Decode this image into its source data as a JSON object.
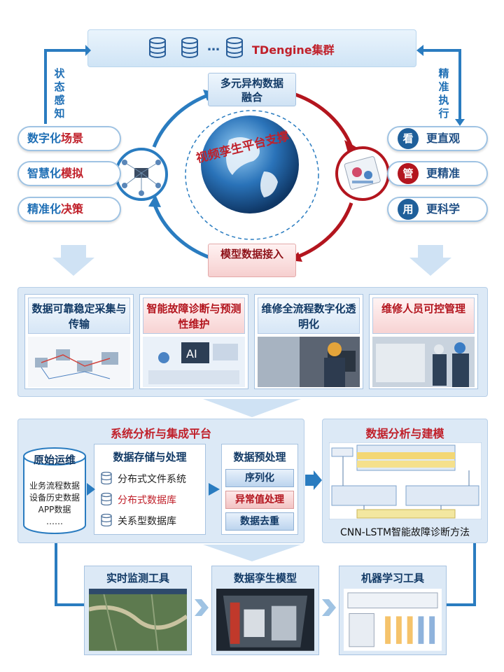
{
  "top": {
    "cluster_label": "TDengine集群",
    "ellipsis": "…",
    "left_arrow_label": [
      "状",
      "态",
      "感",
      "知"
    ],
    "right_arrow_label": [
      "精",
      "准",
      "执",
      "行"
    ],
    "center_top": "多元异构数据融合",
    "center_bottom": "模型数据接入",
    "platform_label": "视频孪生平台支撑",
    "left_pills": [
      {
        "prefix": "数字化",
        "suffix": "场景"
      },
      {
        "prefix": "智慧化",
        "suffix": "模拟"
      },
      {
        "prefix": "精准化",
        "suffix": "决策"
      }
    ],
    "right_pills": [
      {
        "badge": "看",
        "label": "更直观",
        "color": "#1f5f9a"
      },
      {
        "badge": "管",
        "label": "更精准",
        "color": "#b3151e"
      },
      {
        "badge": "用",
        "label": "更科学",
        "color": "#1f5f9a"
      }
    ]
  },
  "cards": [
    {
      "title": "数据可靠稳定采集与传输",
      "style": "blue"
    },
    {
      "title": "智能故障诊断与预测性维护",
      "style": "red"
    },
    {
      "title": "维修全流程数字化透明化",
      "style": "blue"
    },
    {
      "title": "维修人员可控管理",
      "style": "red"
    }
  ],
  "integration": {
    "title": "系统分析与集成平台",
    "raw_title": "原始运维",
    "raw_items": [
      "业务流程数据",
      "设备历史数据",
      "APP数据",
      "……"
    ],
    "storage_title": "数据存储与处理",
    "storage_items": [
      {
        "label": "分布式文件系统",
        "highlight": false
      },
      {
        "label": "分布式数据库",
        "highlight": true
      },
      {
        "label": "关系型数据库",
        "highlight": false
      }
    ],
    "preprocess_title": "数据预处理",
    "preprocess_items": [
      {
        "label": "序列化",
        "highlight": false
      },
      {
        "label": "异常值处理",
        "highlight": true
      },
      {
        "label": "数据去重",
        "highlight": false
      }
    ]
  },
  "analysis": {
    "title": "数据分析与建模",
    "caption": "CNN-LSTM智能故障诊断方法"
  },
  "tools": [
    {
      "title": "实时监测工具"
    },
    {
      "title": "数据孪生模型"
    },
    {
      "title": "机器学习工具"
    }
  ]
}
